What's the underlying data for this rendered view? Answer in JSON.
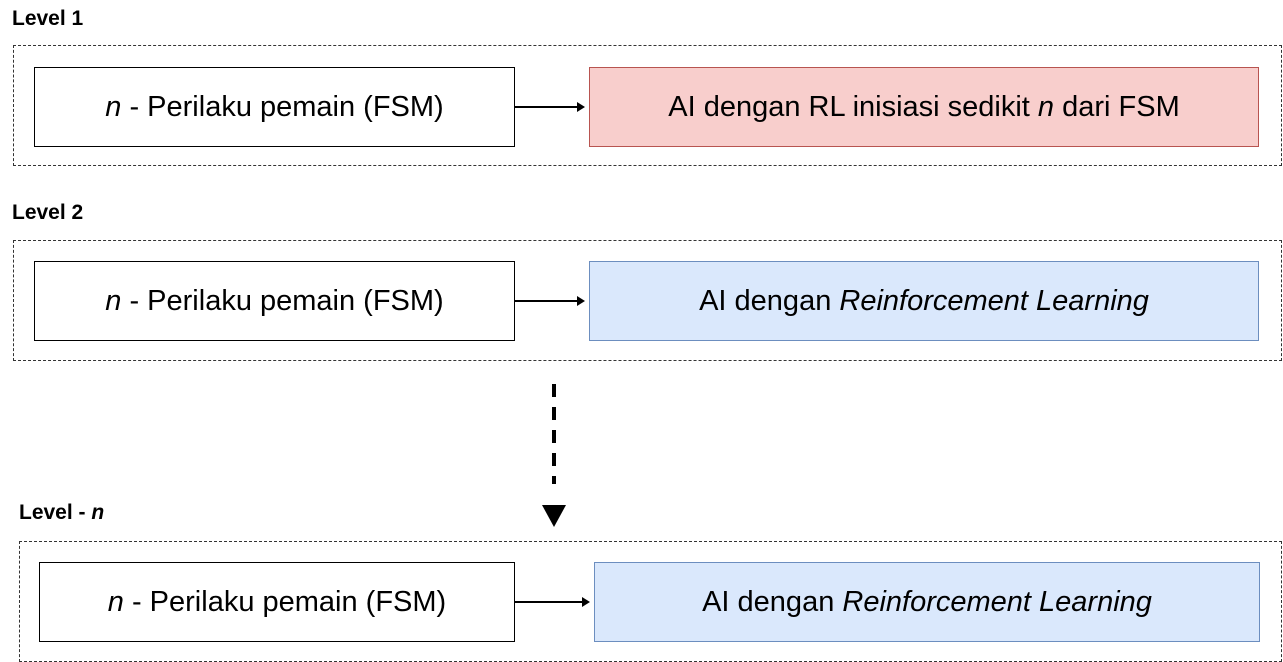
{
  "levels": [
    {
      "title_prefix": "Level 1",
      "title_suffix": "",
      "left_box": {
        "var": "n",
        "text": " - Perilaku pemain (FSM)"
      },
      "right_box": {
        "pre": "AI dengan RL inisiasi sedikit ",
        "italic": "n",
        "post": " dari FSM"
      },
      "right_fill": "#f8cecc"
    },
    {
      "title_prefix": "Level 2",
      "title_suffix": "",
      "left_box": {
        "var": "n",
        "text": " - Perilaku pemain (FSM)"
      },
      "right_box": {
        "pre": "AI dengan ",
        "italic": "Reinforcement Learning",
        "post": ""
      },
      "right_fill": "#dae8fc"
    },
    {
      "title_prefix": "Level - ",
      "title_suffix": "n",
      "left_box": {
        "var": "n",
        "text": " - Perilaku pemain (FSM)"
      },
      "right_box": {
        "pre": "AI dengan ",
        "italic": "Reinforcement Learning",
        "post": ""
      },
      "right_fill": "#dae8fc"
    }
  ]
}
